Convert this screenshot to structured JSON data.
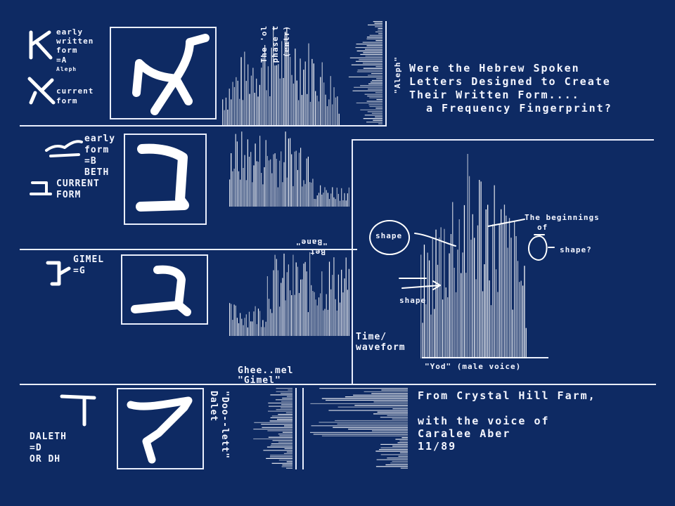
{
  "title_lines": [
    "Were the Hebrew Spoken",
    "Letters Designed to Create",
    "Their Written Form....",
    "a Frequency Fingerprint?"
  ],
  "aleph": {
    "early_lines": [
      "early",
      "written",
      "form",
      "=A",
      "Aleph"
    ],
    "current_lines": [
      "current",
      "form"
    ],
    "vertical_labels": [
      "The 'ol",
      "phase t",
      "(entr)"
    ],
    "side_label": "\"Aleph\""
  },
  "beth": {
    "lines": [
      "early",
      "form",
      "=B",
      "BETH"
    ],
    "current_lines": [
      "CURRENT",
      "FORM"
    ],
    "caption_lines": [
      "\"Bane\"",
      "Bet"
    ]
  },
  "gimel": {
    "lines": [
      "GIMEL",
      "=G"
    ],
    "caption_lines": [
      "Ghee..mel",
      "\"Gimel\""
    ]
  },
  "yod": {
    "shape_left": "shape",
    "beginnings_lines": [
      "The beginnings",
      "of"
    ],
    "shape_right": "shape?",
    "shape_lower": "shape",
    "time_label_lines": [
      "Time/",
      "waveform"
    ],
    "caption": "\"Yod\" (male voice)"
  },
  "daleth": {
    "lines": [
      "DALETH",
      "=D",
      "OR DH"
    ],
    "vertical_labels": [
      "\"Doo--lett\"",
      "Dalet"
    ]
  },
  "credits": [
    "From Crystal Hill Farm,",
    "with the voice of",
    "Caralee Aber",
    "11/89"
  ],
  "colors": {
    "background": "#0e2a63",
    "ink": "#f4f6ff"
  }
}
